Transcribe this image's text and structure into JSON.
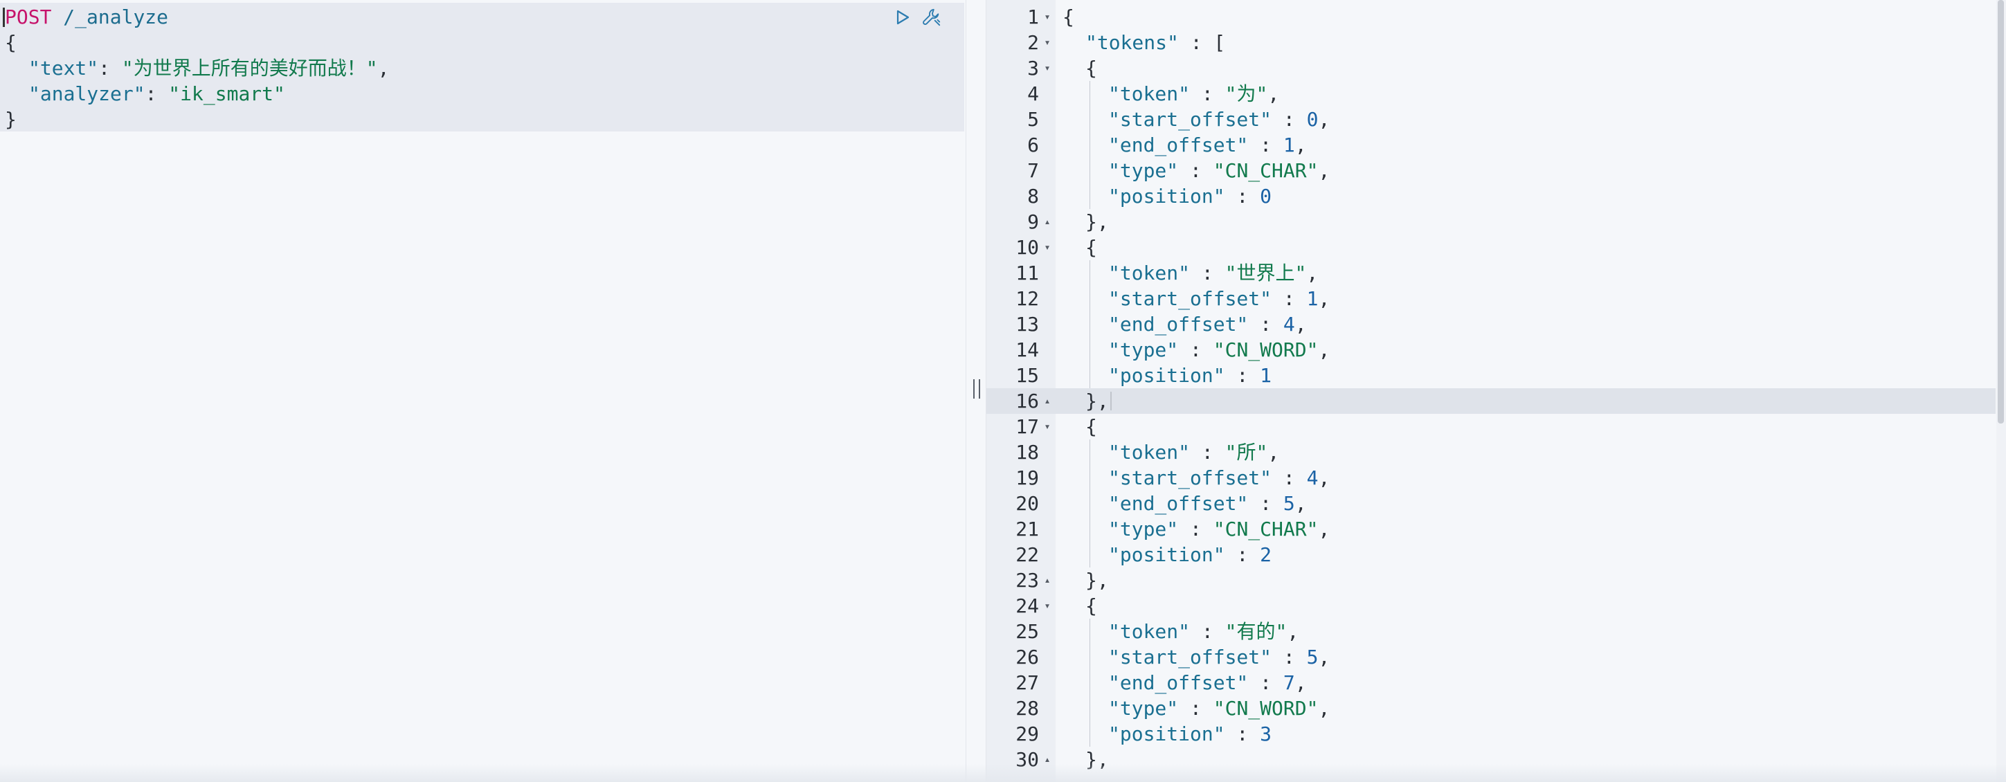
{
  "request": {
    "method": "POST",
    "path": "/_analyze",
    "open_brace": "{",
    "close_brace": "}",
    "fields": [
      {
        "key": "\"text\"",
        "sep": ": ",
        "value": "\"为世界上所有的美好而战！\"",
        "tail": ","
      },
      {
        "key": "\"analyzer\"",
        "sep": ": ",
        "value": "\"ik_smart\"",
        "tail": ""
      }
    ],
    "run_icon": "play-icon",
    "settings_icon": "wrench-icon"
  },
  "divider": {
    "icon": "drag-handle-icon"
  },
  "response": {
    "active_line": 16,
    "lines": [
      {
        "n": "1",
        "fold": "▾",
        "text": [
          {
            "t": "{",
            "c": "punct"
          }
        ]
      },
      {
        "n": "2",
        "fold": "▾",
        "text": [
          {
            "t": "\"tokens\"",
            "c": "key"
          },
          {
            "t": " : [",
            "c": "punct"
          }
        ]
      },
      {
        "n": "3",
        "fold": "▾",
        "text": [
          {
            "t": "{",
            "c": "punct"
          }
        ]
      },
      {
        "n": "4",
        "fold": "",
        "text": [
          {
            "t": "\"token\"",
            "c": "key"
          },
          {
            "t": " : ",
            "c": "punct"
          },
          {
            "t": "\"为\"",
            "c": "str"
          },
          {
            "t": ",",
            "c": "punct"
          }
        ]
      },
      {
        "n": "5",
        "fold": "",
        "text": [
          {
            "t": "\"start_offset\"",
            "c": "key"
          },
          {
            "t": " : ",
            "c": "punct"
          },
          {
            "t": "0",
            "c": "num"
          },
          {
            "t": ",",
            "c": "punct"
          }
        ]
      },
      {
        "n": "6",
        "fold": "",
        "text": [
          {
            "t": "\"end_offset\"",
            "c": "key"
          },
          {
            "t": " : ",
            "c": "punct"
          },
          {
            "t": "1",
            "c": "num"
          },
          {
            "t": ",",
            "c": "punct"
          }
        ]
      },
      {
        "n": "7",
        "fold": "",
        "text": [
          {
            "t": "\"type\"",
            "c": "key"
          },
          {
            "t": " : ",
            "c": "punct"
          },
          {
            "t": "\"CN_CHAR\"",
            "c": "str"
          },
          {
            "t": ",",
            "c": "punct"
          }
        ]
      },
      {
        "n": "8",
        "fold": "",
        "text": [
          {
            "t": "\"position\"",
            "c": "key"
          },
          {
            "t": " : ",
            "c": "punct"
          },
          {
            "t": "0",
            "c": "num"
          }
        ]
      },
      {
        "n": "9",
        "fold": "▴",
        "text": [
          {
            "t": "},",
            "c": "punct"
          }
        ]
      },
      {
        "n": "10",
        "fold": "▾",
        "text": [
          {
            "t": "{",
            "c": "punct"
          }
        ]
      },
      {
        "n": "11",
        "fold": "",
        "text": [
          {
            "t": "\"token\"",
            "c": "key"
          },
          {
            "t": " : ",
            "c": "punct"
          },
          {
            "t": "\"世界上\"",
            "c": "str"
          },
          {
            "t": ",",
            "c": "punct"
          }
        ]
      },
      {
        "n": "12",
        "fold": "",
        "text": [
          {
            "t": "\"start_offset\"",
            "c": "key"
          },
          {
            "t": " : ",
            "c": "punct"
          },
          {
            "t": "1",
            "c": "num"
          },
          {
            "t": ",",
            "c": "punct"
          }
        ]
      },
      {
        "n": "13",
        "fold": "",
        "text": [
          {
            "t": "\"end_offset\"",
            "c": "key"
          },
          {
            "t": " : ",
            "c": "punct"
          },
          {
            "t": "4",
            "c": "num"
          },
          {
            "t": ",",
            "c": "punct"
          }
        ]
      },
      {
        "n": "14",
        "fold": "",
        "text": [
          {
            "t": "\"type\"",
            "c": "key"
          },
          {
            "t": " : ",
            "c": "punct"
          },
          {
            "t": "\"CN_WORD\"",
            "c": "str"
          },
          {
            "t": ",",
            "c": "punct"
          }
        ]
      },
      {
        "n": "15",
        "fold": "",
        "text": [
          {
            "t": "\"position\"",
            "c": "key"
          },
          {
            "t": " : ",
            "c": "punct"
          },
          {
            "t": "1",
            "c": "num"
          }
        ]
      },
      {
        "n": "16",
        "fold": "▴",
        "text": [
          {
            "t": "},",
            "c": "punct"
          }
        ]
      },
      {
        "n": "17",
        "fold": "▾",
        "text": [
          {
            "t": "{",
            "c": "punct"
          }
        ]
      },
      {
        "n": "18",
        "fold": "",
        "text": [
          {
            "t": "\"token\"",
            "c": "key"
          },
          {
            "t": " : ",
            "c": "punct"
          },
          {
            "t": "\"所\"",
            "c": "str"
          },
          {
            "t": ",",
            "c": "punct"
          }
        ]
      },
      {
        "n": "19",
        "fold": "",
        "text": [
          {
            "t": "\"start_offset\"",
            "c": "key"
          },
          {
            "t": " : ",
            "c": "punct"
          },
          {
            "t": "4",
            "c": "num"
          },
          {
            "t": ",",
            "c": "punct"
          }
        ]
      },
      {
        "n": "20",
        "fold": "",
        "text": [
          {
            "t": "\"end_offset\"",
            "c": "key"
          },
          {
            "t": " : ",
            "c": "punct"
          },
          {
            "t": "5",
            "c": "num"
          },
          {
            "t": ",",
            "c": "punct"
          }
        ]
      },
      {
        "n": "21",
        "fold": "",
        "text": [
          {
            "t": "\"type\"",
            "c": "key"
          },
          {
            "t": " : ",
            "c": "punct"
          },
          {
            "t": "\"CN_CHAR\"",
            "c": "str"
          },
          {
            "t": ",",
            "c": "punct"
          }
        ]
      },
      {
        "n": "22",
        "fold": "",
        "text": [
          {
            "t": "\"position\"",
            "c": "key"
          },
          {
            "t": " : ",
            "c": "punct"
          },
          {
            "t": "2",
            "c": "num"
          }
        ]
      },
      {
        "n": "23",
        "fold": "▴",
        "text": [
          {
            "t": "},",
            "c": "punct"
          }
        ]
      },
      {
        "n": "24",
        "fold": "▾",
        "text": [
          {
            "t": "{",
            "c": "punct"
          }
        ]
      },
      {
        "n": "25",
        "fold": "",
        "text": [
          {
            "t": "\"token\"",
            "c": "key"
          },
          {
            "t": " : ",
            "c": "punct"
          },
          {
            "t": "\"有的\"",
            "c": "str"
          },
          {
            "t": ",",
            "c": "punct"
          }
        ]
      },
      {
        "n": "26",
        "fold": "",
        "text": [
          {
            "t": "\"start_offset\"",
            "c": "key"
          },
          {
            "t": " : ",
            "c": "punct"
          },
          {
            "t": "5",
            "c": "num"
          },
          {
            "t": ",",
            "c": "punct"
          }
        ]
      },
      {
        "n": "27",
        "fold": "",
        "text": [
          {
            "t": "\"end_offset\"",
            "c": "key"
          },
          {
            "t": " : ",
            "c": "punct"
          },
          {
            "t": "7",
            "c": "num"
          },
          {
            "t": ",",
            "c": "punct"
          }
        ]
      },
      {
        "n": "28",
        "fold": "",
        "text": [
          {
            "t": "\"type\"",
            "c": "key"
          },
          {
            "t": " : ",
            "c": "punct"
          },
          {
            "t": "\"CN_WORD\"",
            "c": "str"
          },
          {
            "t": ",",
            "c": "punct"
          }
        ]
      },
      {
        "n": "29",
        "fold": "",
        "text": [
          {
            "t": "\"position\"",
            "c": "key"
          },
          {
            "t": " : ",
            "c": "punct"
          },
          {
            "t": "3",
            "c": "num"
          }
        ]
      },
      {
        "n": "30",
        "fold": "▴",
        "text": [
          {
            "t": "},",
            "c": "punct"
          }
        ]
      }
    ]
  },
  "colors": {
    "method": "#c6136b",
    "path": "#1c6c8e",
    "key": "#1a6f91",
    "string": "#127a4d",
    "number": "#1a62a5",
    "punctuation": "#2a2f36",
    "request_highlight": "#e6e9f0",
    "active_line": "#dfe3ea"
  }
}
